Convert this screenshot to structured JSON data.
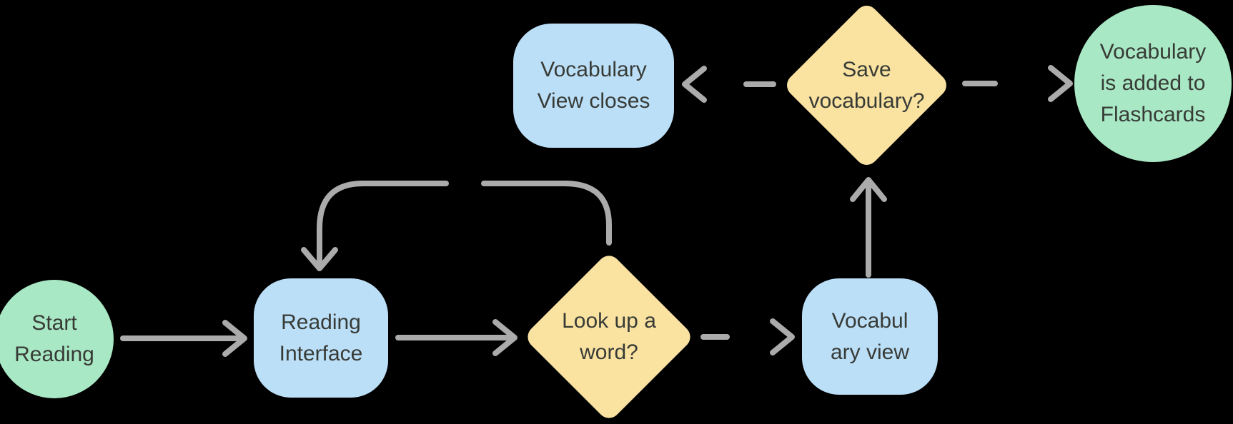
{
  "diagram": {
    "background": "#000000",
    "colors": {
      "terminal": "#A9E8C5",
      "process": "#BCDFF8",
      "decision": "#FAE2A1",
      "arrow": "#ABABAB",
      "text": "#373B36"
    },
    "nodes": {
      "start": {
        "shape": "circle",
        "role": "start-terminal",
        "lines": [
          "Start",
          "Reading"
        ]
      },
      "reading_interface": {
        "shape": "rounded-rect",
        "role": "process",
        "lines": [
          "Reading",
          "Interface"
        ]
      },
      "lookup_word": {
        "shape": "diamond",
        "role": "decision",
        "lines": [
          "Look up a",
          "word?"
        ]
      },
      "vocabulary_view": {
        "shape": "rounded-rect",
        "role": "process",
        "lines": [
          "Vocabul",
          "ary view"
        ]
      },
      "save_vocabulary": {
        "shape": "diamond",
        "role": "decision",
        "lines": [
          "Save",
          "vocabulary?"
        ]
      },
      "vocabulary_view_closes": {
        "shape": "rounded-rect",
        "role": "process",
        "lines": [
          "Vocabulary",
          "View closes"
        ]
      },
      "flashcards": {
        "shape": "circle",
        "role": "end-terminal",
        "lines": [
          "Vocabulary",
          "is added to",
          "Flashcards"
        ]
      }
    },
    "edges": [
      {
        "from": "start",
        "to": "reading_interface",
        "line": "solid"
      },
      {
        "from": "reading_interface",
        "to": "lookup_word",
        "line": "solid"
      },
      {
        "from": "lookup_word",
        "to": "vocabulary_view",
        "line": "dashed"
      },
      {
        "from": "lookup_word",
        "to": "reading_interface",
        "line": "solid-curved-loop"
      },
      {
        "from": "vocabulary_view",
        "to": "save_vocabulary",
        "line": "solid"
      },
      {
        "from": "save_vocabulary",
        "to": "vocabulary_view_closes",
        "line": "dashed"
      },
      {
        "from": "save_vocabulary",
        "to": "flashcards",
        "line": "dashed"
      }
    ]
  }
}
